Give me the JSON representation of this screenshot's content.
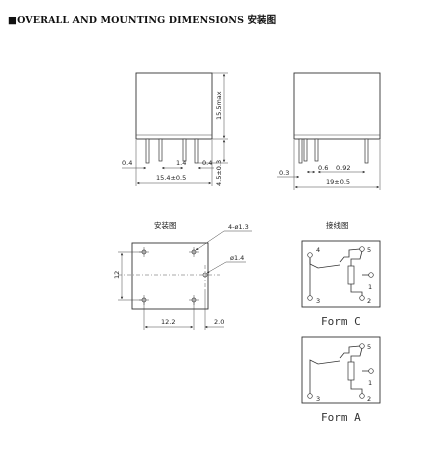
{
  "title": "■OVERALL AND MOUNTING DIMENSIONS 安装图",
  "side_view": {
    "height": "15.5max",
    "pin_left": "0.4",
    "pin_gap": "1.4",
    "pin_right": "0.4",
    "width": "15.4±0.5",
    "pin_length": "4.5±0.3"
  },
  "end_view": {
    "pin_offset": "0.3",
    "pin_spacing_a": "0.6",
    "pin_spacing_b": "0.92",
    "width": "19±0.5"
  },
  "mounting": {
    "caption": "安装图",
    "hole_label": "4-ø1.3",
    "center_hole_label": "ø1.4",
    "vertical_spacing": "12",
    "horizontal_spacing": "12.2",
    "edge_offset": "2.0"
  },
  "wiring": {
    "caption": "接线图",
    "form_c": {
      "label": "Form C",
      "pins": [
        "4",
        "5",
        "1",
        "3",
        "2"
      ]
    },
    "form_a": {
      "label": "Form A",
      "pins": [
        "5",
        "1",
        "3",
        "2"
      ]
    }
  }
}
